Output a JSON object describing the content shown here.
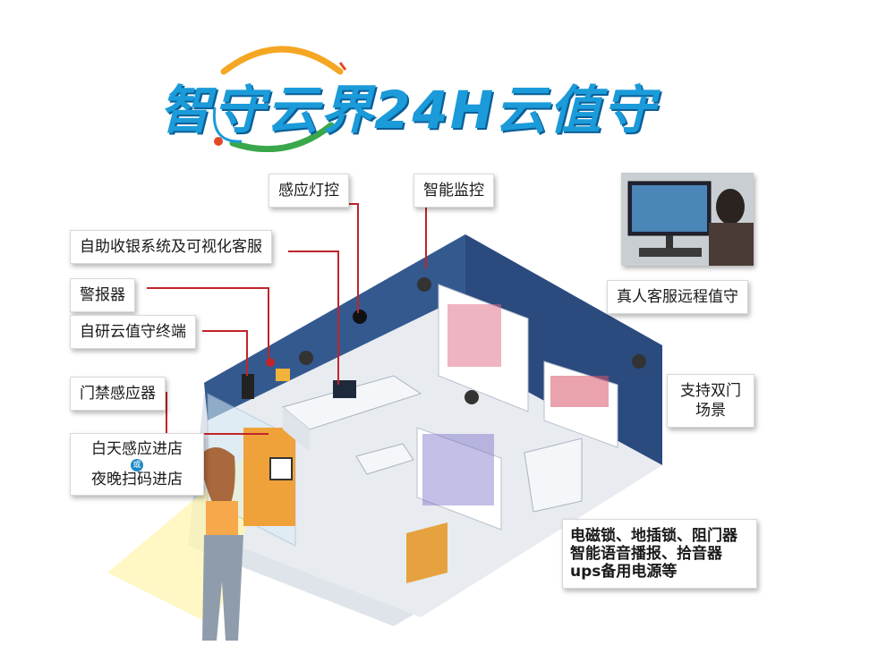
{
  "title": "智守云界24H云值守",
  "callouts": {
    "light_control": "感应灯控",
    "smart_monitor": "智能监控",
    "self_checkout": "自助收银系统及可视化客服",
    "alarm": "警报器",
    "terminal": "自研云值守终端",
    "door_sensor": "门禁感应器",
    "day_entry": "白天感应进店",
    "or_label": "或",
    "night_entry": "夜晚扫码进店",
    "remote_service": "真人客服远程值守",
    "dual_door": "支持双门场景",
    "locks_line1": "电磁锁、地插锁、阻门器",
    "locks_line2": "智能语音播报、拾音器",
    "locks_line3": "ups备用电源等"
  },
  "colors": {
    "title_blue": "#1b9bd9",
    "wall_blue": "#2d4f86",
    "floor": "#e9ecf1",
    "leader_red": "#c0252b"
  }
}
